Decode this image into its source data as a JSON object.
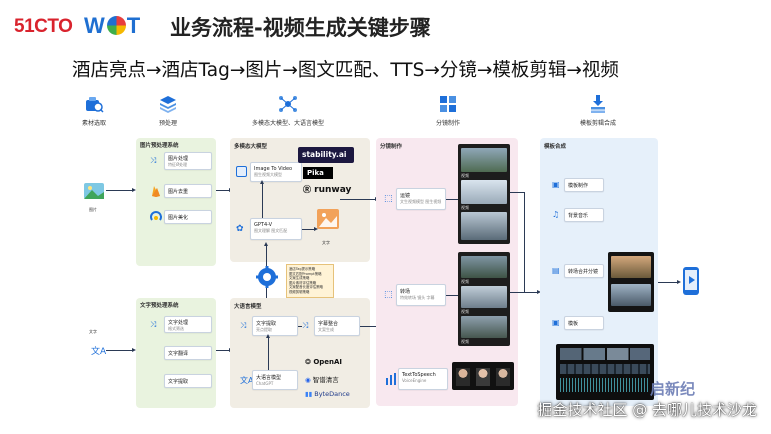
{
  "header": {
    "logo_51cto": "51CTO",
    "logo_wot_w": "W",
    "logo_wot_t": "T",
    "title": "业务流程-视频生成关键步骤",
    "flow": "酒店亮点→酒店Tag→图片→图文匹配、TTS→分镜→模板剪辑→视频"
  },
  "columns": {
    "material": "素材选取",
    "preprocess": "预处理",
    "multimodal": "多模态大模型、大语言模型",
    "storyboard": "分镜制作",
    "template": "模板剪辑合成"
  },
  "inputs": {
    "image": "图片",
    "text": "文字"
  },
  "image_preprocess": {
    "title": "图片预处理系统",
    "items": [
      {
        "label": "图片处理",
        "sub": "特征Ø处理"
      },
      {
        "label": "图片去重",
        "sub": ""
      },
      {
        "label": "图片美化",
        "sub": ""
      }
    ]
  },
  "text_preprocess": {
    "title": "文字预处理系统",
    "items": [
      {
        "label": "文字处理",
        "sub": "格式筛选"
      },
      {
        "label": "文字翻译",
        "sub": ""
      },
      {
        "label": "文字提取",
        "sub": ""
      }
    ]
  },
  "multimodal": {
    "title": "多模态大模型",
    "img2video": {
      "label": "Image To Video",
      "sub": "图生视频大模型"
    },
    "gpt4v": {
      "label": "GPT4-V",
      "sub": "图文理解 图文匹配"
    },
    "text_out": "文字",
    "brands": [
      "stability.ai",
      "Pika",
      "runway"
    ]
  },
  "llm": {
    "title": "大语言模型",
    "note_lines": [
      "酒店Tag提示策略",
      "图文匹配Prompt策略",
      "文案生成策略",
      "图片素材评估策略",
      "文案配音长度评估策略",
      "视频剪辑策略"
    ],
    "text_extract": {
      "label": "文字提取",
      "sub": "亮点提取"
    },
    "subtitle_merge": {
      "label": "字幕整合",
      "sub": "文案生成"
    },
    "llm_model": {
      "label": "大语言模型",
      "sub": "ChatGPT"
    },
    "brands": [
      "OpenAI",
      "智谱清言",
      "ByteDance"
    ]
  },
  "storyboard": {
    "title": "分镜制作",
    "motion": {
      "label": "运镜",
      "sub": "文生视频模型 图生视频"
    },
    "special": {
      "label": "转场",
      "sub": "特效转场 镜头 字幕"
    },
    "tts": {
      "label": "TextToSpeech",
      "sub": "VoiceEngine"
    },
    "thumb_labels": [
      "视频",
      "视频",
      "视频",
      "视频",
      "视频"
    ]
  },
  "template": {
    "title": "模板合成",
    "make": "模板制作",
    "bgm": "背景音乐",
    "compose": "转场合并分镜",
    "tpl": "模板"
  },
  "footer": {
    "brand": "启新纪",
    "watermark": "掘金技术社区 @ 去哪儿技术沙龙"
  },
  "colors": {
    "title_red": "#d9232d",
    "brand_blue": "#1f6fd1",
    "panel_green": "#e9f3df",
    "panel_beige": "#f1ede4",
    "panel_pink": "#f8e8ef",
    "panel_blue": "#e6f0fa"
  }
}
